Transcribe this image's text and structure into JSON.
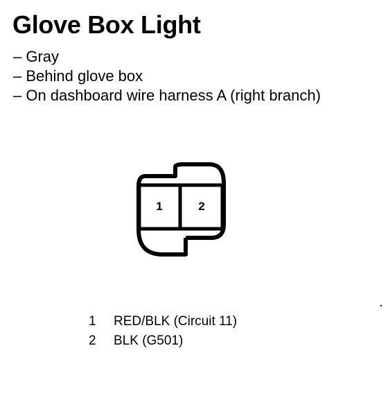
{
  "title": "Glove Box Light",
  "details": [
    "– Gray",
    "– Behind glove box",
    "– On dashboard wire harness A (right branch)"
  ],
  "connector": {
    "cavities": [
      "1",
      "2"
    ]
  },
  "pins": [
    {
      "num": "1",
      "desc": "RED/BLK (Circuit 11)"
    },
    {
      "num": "2",
      "desc": "BLK (G501)"
    }
  ]
}
